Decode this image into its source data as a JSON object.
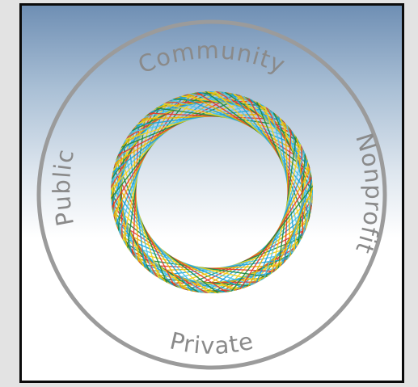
{
  "labels": {
    "top": "Community",
    "right": "Nonprofit",
    "bottom": "Private",
    "left": "Public"
  },
  "colors": {
    "ring": "#9b9b9b",
    "label": "#8a8a8a",
    "strands": [
      "#1aa0d8",
      "#e8b400",
      "#e23a2e",
      "#1f8a3c",
      "#f2d21b",
      "#4cc3e8"
    ],
    "frame_border": "#0b0b0b",
    "gradient_top": "#6f8fb4"
  }
}
